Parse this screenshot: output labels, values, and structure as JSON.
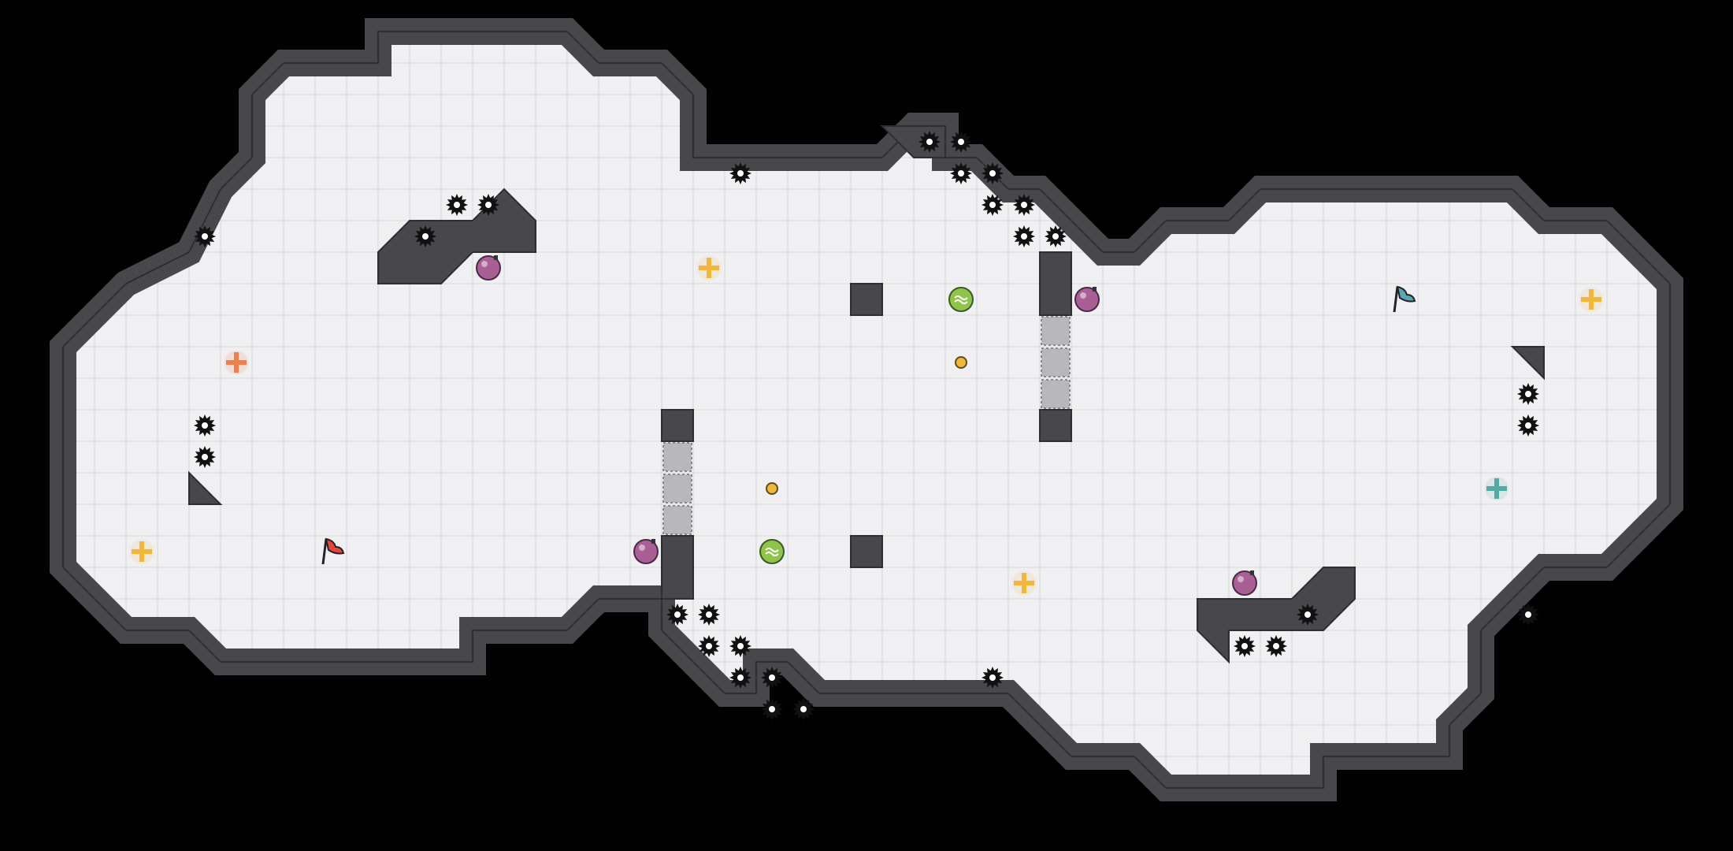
{
  "game": {
    "mode": "capture-the-flag",
    "colors": {
      "background": "#000000",
      "floor": "#f0f0f2",
      "grid": "#d8d8dc",
      "wall": "#48484c",
      "wall_edge": "#2e2e31",
      "red_team": "#e8443f",
      "blue_team": "#5aa6b8",
      "powerup": "#f2b83a",
      "boost_orange": "#ef7f4d",
      "boost_teal": "#56aaa6",
      "jukejuice": "#8fc34a",
      "bomb": "#a85f95",
      "spike": "#111111",
      "gate": "#b8b8bc"
    },
    "flags": [
      {
        "team": "red",
        "icon": "red-flag-icon",
        "col": 10,
        "row": 17
      },
      {
        "team": "blue",
        "icon": "blue-flag-icon",
        "col": 44,
        "row": 9
      }
    ],
    "boosts": [
      {
        "team": "red",
        "col": 7,
        "row": 11
      },
      {
        "team": "blue",
        "col": 47,
        "row": 15
      },
      {
        "team": "neutral",
        "col": 4,
        "row": 17
      },
      {
        "team": "neutral",
        "col": 22,
        "row": 8
      },
      {
        "team": "neutral",
        "col": 32,
        "row": 18
      },
      {
        "team": "neutral",
        "col": 50,
        "row": 9
      }
    ],
    "bombs": [
      {
        "col": 15,
        "row": 8
      },
      {
        "col": 20,
        "row": 17
      },
      {
        "col": 34,
        "row": 9
      },
      {
        "col": 39,
        "row": 18
      }
    ],
    "jukejuice": [
      {
        "col": 30,
        "row": 9
      },
      {
        "col": 24,
        "row": 17
      }
    ],
    "pellets": [
      {
        "col": 30,
        "row": 11
      },
      {
        "col": 24,
        "row": 15
      }
    ],
    "spikes": [
      [
        6,
        7
      ],
      [
        14,
        6
      ],
      [
        15,
        6
      ],
      [
        13,
        7
      ],
      [
        23,
        5
      ],
      [
        29,
        4
      ],
      [
        30,
        4
      ],
      [
        30,
        5
      ],
      [
        31,
        5
      ],
      [
        31,
        6
      ],
      [
        32,
        6
      ],
      [
        32,
        7
      ],
      [
        33,
        7
      ],
      [
        6,
        13
      ],
      [
        6,
        14
      ],
      [
        48,
        12
      ],
      [
        48,
        13
      ],
      [
        48,
        19
      ],
      [
        21,
        19
      ],
      [
        22,
        19
      ],
      [
        22,
        20
      ],
      [
        23,
        20
      ],
      [
        23,
        21
      ],
      [
        24,
        21
      ],
      [
        24,
        22
      ],
      [
        25,
        22
      ],
      [
        31,
        21
      ],
      [
        41,
        19
      ],
      [
        39,
        20
      ],
      [
        40,
        20
      ]
    ],
    "gates": [
      {
        "col": 21,
        "row": 14,
        "len": 3
      },
      {
        "col": 33,
        "row": 10,
        "len": 3
      }
    ]
  }
}
